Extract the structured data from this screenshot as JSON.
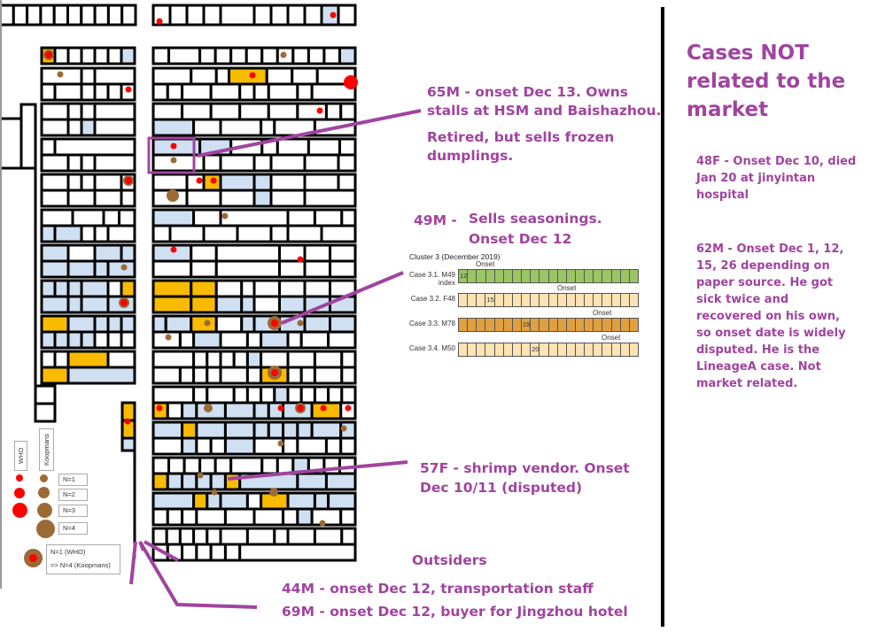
{
  "title": "Cases NOT related to the market",
  "colors": {
    "annotation": "#a0449f",
    "who_case": "#ff0000",
    "koopmans_case": "#9c6a35",
    "stall_blue": "#cfe0f2",
    "stall_orange": "#f8bb00",
    "wall": "#000000"
  },
  "annotations": {
    "case_65m_line1": "65M - onset Dec 13. Owns stalls at HSM and Baishazhou.",
    "case_65m_line2": "Retired, but sells frozen dumplings.",
    "case_49m_prefix": "49M -",
    "case_49m_text": "Sells seasonings. Onset Dec 12",
    "case_57f": "57F - shrimp vendor. Onset Dec 10/11 (disputed)",
    "outsiders_heading": "Outsiders",
    "case_44m": "44M - onset Dec 12, transportation staff",
    "case_69m": "69M - onset Dec 12, buyer for Jingzhou hotel"
  },
  "not_market": {
    "case_48f": "48F - Onset Dec 10, died Jan 20 at jinyintan hospital",
    "case_62m": "62M - Onset Dec 1, 12, 15, 26 depending on paper source. He got sick twice and recovered on his own, so onset date is widely disputed. He is the LineageA case. Not market related."
  },
  "cluster": {
    "title": "Cluster 3 (December 2019)",
    "onset_label": "Onset",
    "cases": [
      {
        "label": "Case 3.1. M49",
        "sublabel": "index",
        "onset_day": "12",
        "onset_index": 0,
        "color": "#9bc464"
      },
      {
        "label": "Case 3.2. F48",
        "sublabel": "",
        "onset_day": "15",
        "onset_index": 3,
        "color": "#fde3b3"
      },
      {
        "label": "Case 3.3. M78",
        "sublabel": "",
        "onset_day": "19",
        "onset_index": 7,
        "color": "#e0a040"
      },
      {
        "label": "Case 3.4. M50",
        "sublabel": "",
        "onset_day": "20",
        "onset_index": 8,
        "color": "#fde3b3"
      }
    ],
    "days_shown": 20
  },
  "legend": {
    "who_label": "WHO",
    "koopmans_label": "Koopmans",
    "sizes": [
      "N=1",
      "N=2",
      "N=3",
      "N=4"
    ],
    "combined_line1": "N=1 (WHO)",
    "combined_line2": "=> N=4 (Koopmans)"
  }
}
